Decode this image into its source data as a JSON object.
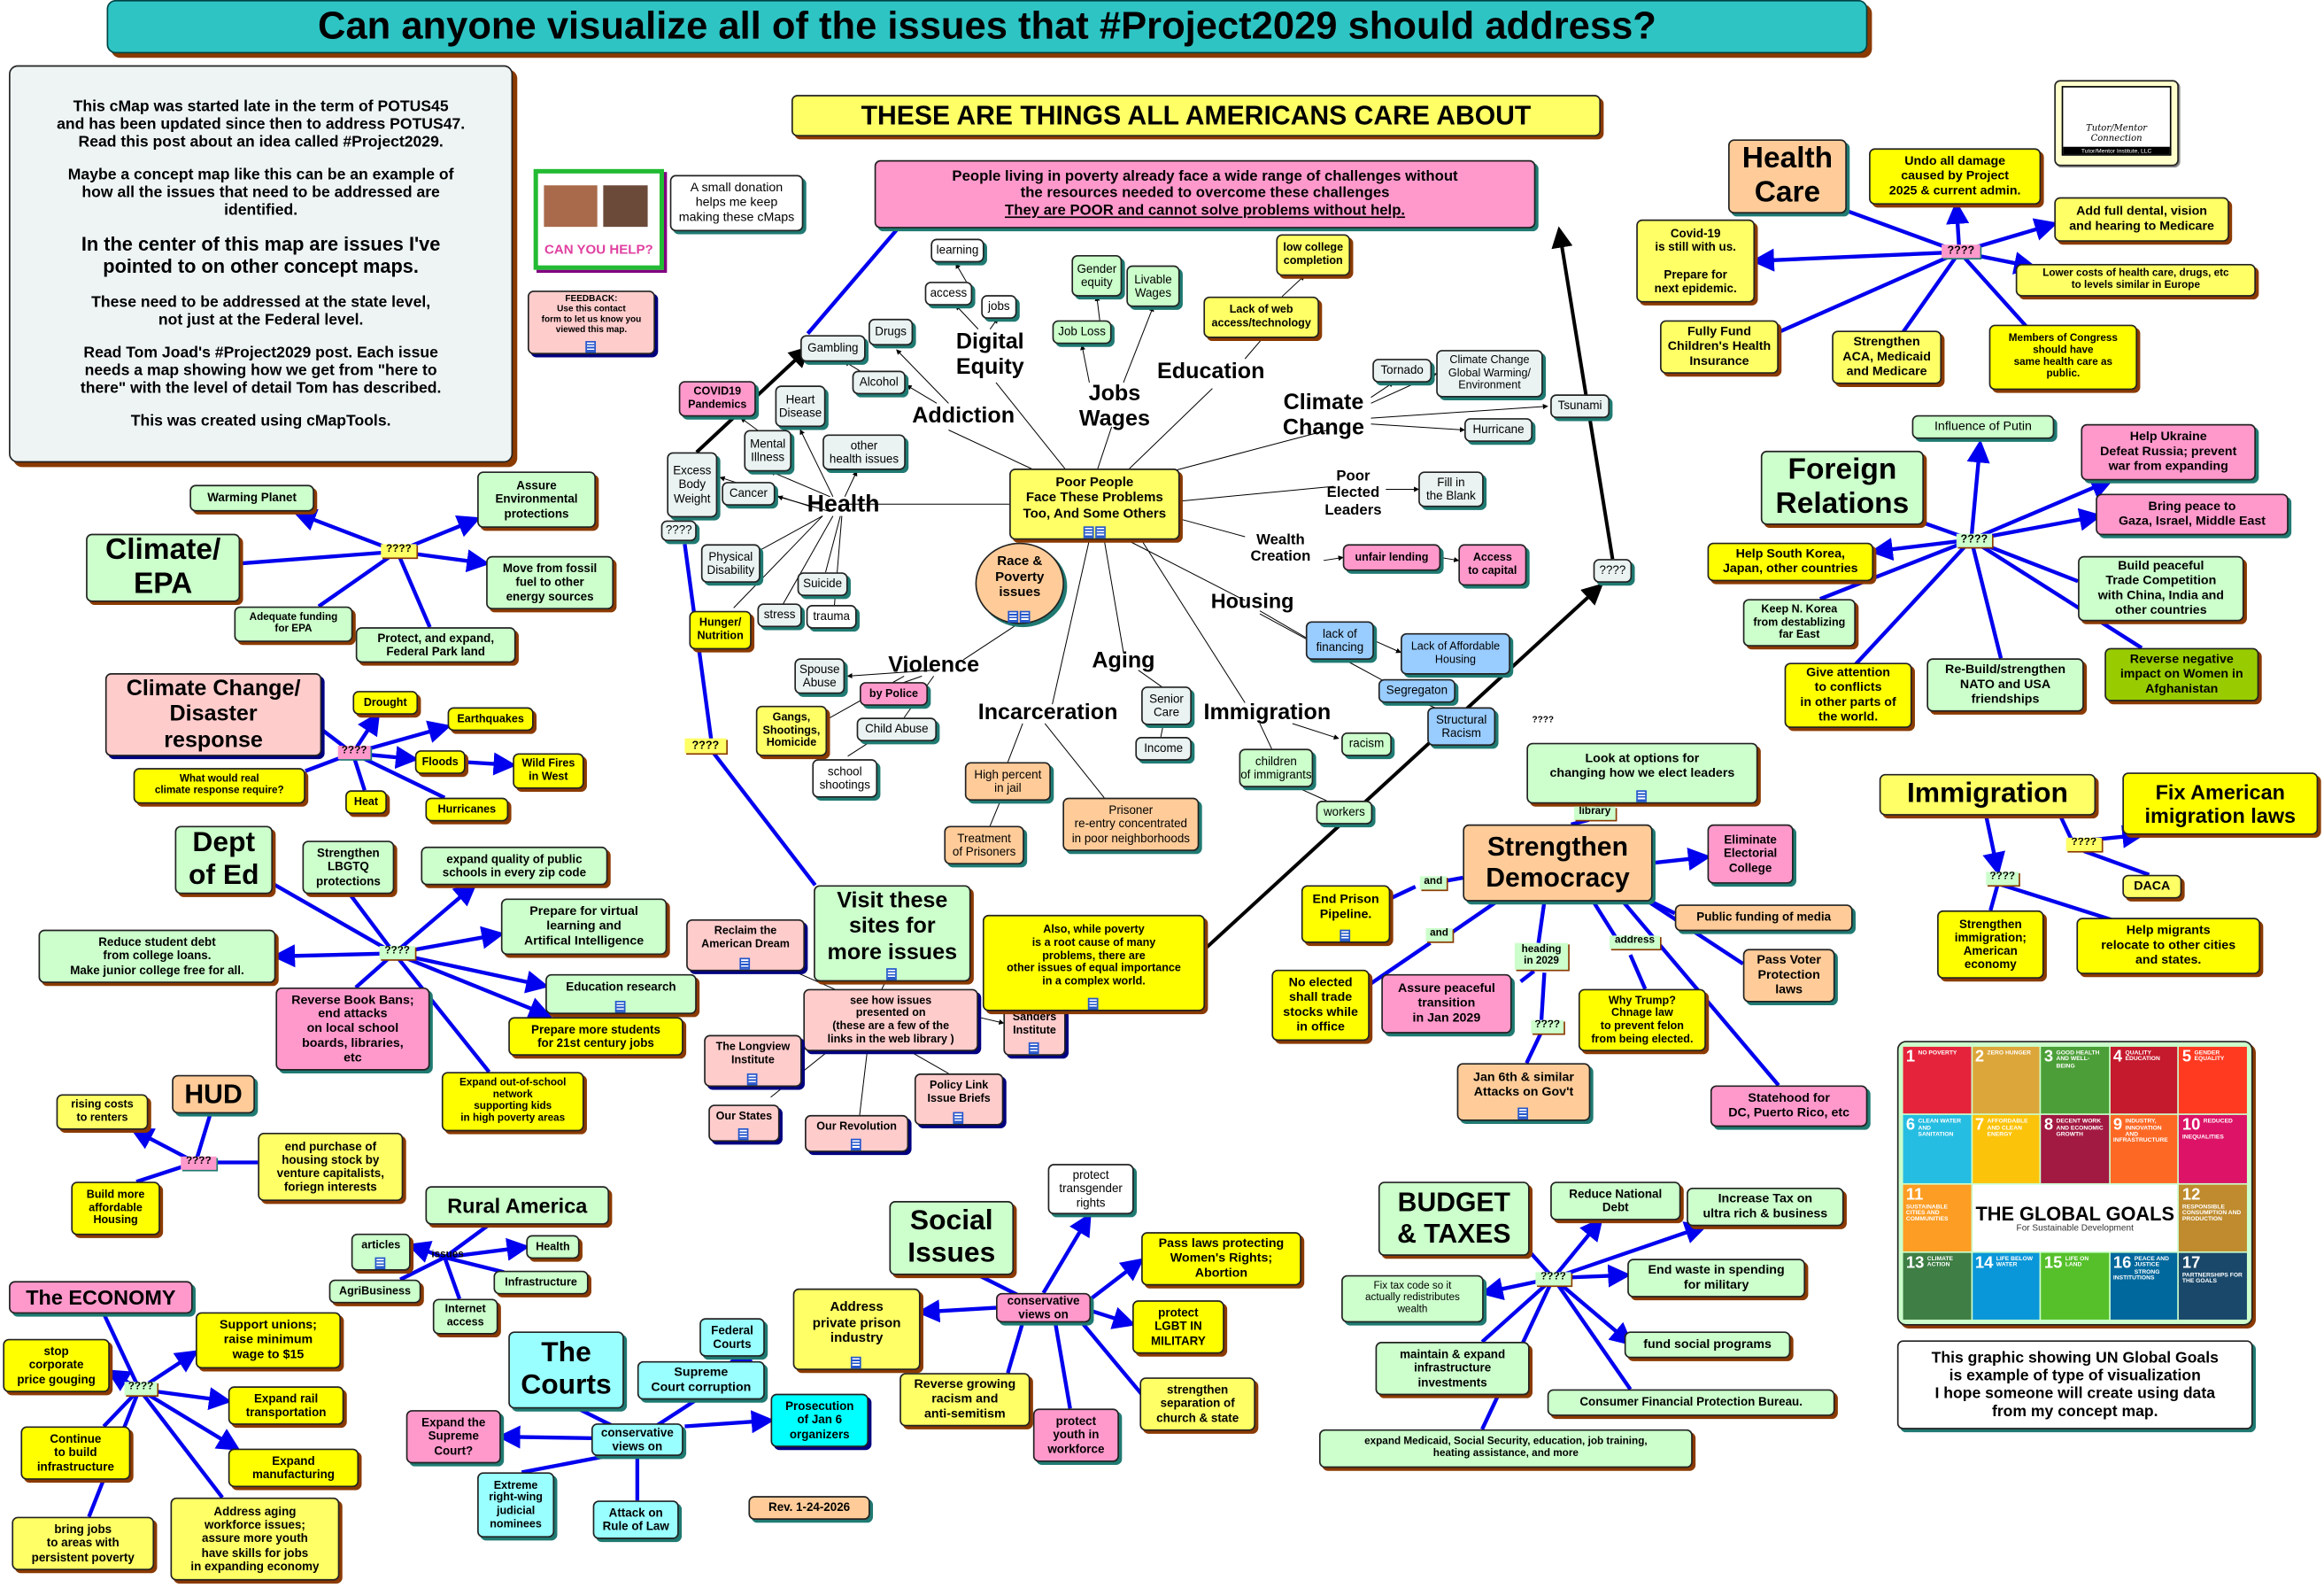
{
  "title": "Can anyone visualize all of the issues that #Project2029 should address?",
  "intro": {
    "p1": "This cMap was started late in the term of POTUS45\nand has been updated since then to address POTUS47.\nRead this post about an idea called #Project2029.",
    "p2": "Maybe a concept map like this can be an example of\nhow all the issues that need to be addressed are\nidentified.",
    "p3": "In the center of this map are issues I've\npointed to on other concept maps.",
    "p4": "These need to be addressed at the state level,\nnot just at the Federal level.",
    "p5": "Read Tom Joad's #Project2029 post. Each issue\nneeds a map showing how we get from \"here to\nthere\" with the level of detail Tom has described.",
    "p6": "This was created using cMapTools."
  },
  "donation_image_text": "CAN YOU HELP?",
  "logo": {
    "name": "Tutor/Mentor\nConnection",
    "org": "Tutor/Mentor Institute, LLC"
  },
  "nodes": {
    "subtitle": "THESE ARE THINGS ALL AMERICANS CARE ABOUT",
    "poverty": "People living in poverty already face a wide range of challenges without\nthe resources needed to overcome these challenges",
    "poverty2": "They are POOR and cannot solve problems without help.",
    "donation": "A small donation\nhelps me keep\nmaking these cMaps",
    "feedback": "FEEDBACK:\nUse this contact\nform to let us know you\nviewed this map.",
    "center": "Poor People\nFace These Problems\nToo, And Some Others",
    "race": "Race &\nPoverty\nissues",
    "health": "Health",
    "addiction": "Addiction",
    "digital": "Digital\nEquity",
    "jobs": "Jobs\nWages",
    "education": "Education",
    "climate": "Climate\nChange",
    "elected": "Poor\nElected\nLeaders",
    "wealth": "Wealth\nCreation",
    "housing": "Housing",
    "aging": "Aging",
    "violence": "Violence",
    "incarceration": "Incarceration",
    "immigration": "Immigration",
    "learning": "learning",
    "access": "access",
    "jobs_s": "jobs",
    "drugs": "Drugs",
    "gambling": "Gambling",
    "alcohol": "Alcohol",
    "heart": "Heart\nDisease",
    "mental": "Mental\nIllness",
    "other_health": "other\nhealth issues",
    "excess": "Excess\nBody\nWeight",
    "cancer": "Cancer",
    "q_health": "????",
    "physical": "Physical\nDisability",
    "suicide": "Suicide",
    "stress": "stress",
    "trauma": "trauma",
    "spouse": "Spouse\nAbuse",
    "child_abuse": "Child Abuse",
    "school": "school\nshootings",
    "senior": "Senior\nCare",
    "income": "Income",
    "tornado": "Tornado",
    "cc_global": "Climate Change\nGlobal Warming/\nEnvironment",
    "tsunami": "Tsunami",
    "hurricane": "Hurricane",
    "fill": "Fill in\nthe Blank",
    "q_right": "????",
    "gender": "Gender\nequity",
    "livable": "Livable\nWages",
    "job_loss": "Job Loss",
    "children_imm": "children\nof immigrants",
    "workers": "workers",
    "racism": "racism",
    "low_college": "low college\ncompletion",
    "web": "Lack of web\naccess/technology",
    "hunger": "Hunger/\nNutrition",
    "gangs": "Gangs,\nShootings,\nHomicide",
    "covid": "COVID19\nPandemics",
    "police": "by Police",
    "unfair": "unfair lending",
    "capital": "Access\nto capital",
    "financing": "lack of\nfinancing",
    "affordable": "Lack of Affordable\nHousing",
    "segregation": "Segregaton",
    "structural": "Structural\nRacism",
    "high_jail": "High percent\nin jail",
    "treatment": "Treatment\nof Prisoners",
    "reentry": "Prisoner\nre-entry concentrated\nin poor neighborhoods",
    "visit": "Visit these\nsites for\nmore issues",
    "see_how": "see how issues\npresented on\n(these are a few of the\nlinks in the web library )",
    "reclaim": "Reclaim the\nAmerican Dream",
    "sanders": "Sanders\nInstitute",
    "longview": "The Longview\nInstitute",
    "our_states": "Our States",
    "our_revolution": "Our Revolution",
    "policy_link": "Policy Link\nIssue Briefs",
    "also": "Also, while poverty\nis a root cause of many\nproblems, there are\nother issues of equal importance\nin a complex world.",
    "q_left1": "????",
    "q_left2": "????",
    "q_right2": "????",
    "climate_epa": "Climate/\nEPA",
    "warming": "Warming Planet",
    "assure_env": "Assure\nEnvironmental\nprotections",
    "q_climate": "????",
    "fossil": "Move from fossil\nfuel to other\nenergy sources",
    "adequate": "Adequate funding\nfor EPA",
    "protect_land": "Protect, and expand,\nFederal Park land",
    "disaster": "Climate Change/\nDisaster\nresponse",
    "drought": "Drought",
    "earthquakes": "Earthquakes",
    "q_disaster": "????",
    "floods": "Floods",
    "wildfires": "Wild Fires\nin West",
    "real_response": "What would real\nclimate response require?",
    "heat": "Heat",
    "hurricanes": "Hurricanes",
    "dept_ed": "Dept\nof Ed",
    "lbgtq": "Strengthen\nLBGTQ\nprotections",
    "expand_quality": "expand quality of public\nschools in every zip code",
    "virtual": "Prepare for  virtual\nlearning and\nArtifical Intelligence",
    "q_ed": "????",
    "student_debt": "Reduce student debt\nfrom college loans.\nMake junior college free for all.",
    "ed_research": "Education research",
    "book_bans": "Reverse Book Bans;\nend attacks\non local school\nboards, libraries,\netc",
    "prepare_students": "Prepare more students\nfor 21st century jobs",
    "out_of_school": "Expand out-of-school\nnetwork\nsupporting kids\nin high poverty areas",
    "hud": "HUD",
    "rising": "rising costs\nto renters",
    "q_hud": "????",
    "end_purchase": "end purchase of\nhousing stock by\nventure capitalists,\nforiegn interests",
    "build_housing": "Build more\naffordable\nHousing",
    "rural": "Rural America",
    "articles": "articles",
    "issues": "issues",
    "rural_health": "Health",
    "agri": "AgriBusiness",
    "infra": "Infrastructure",
    "internet": "Internet\naccess",
    "economy": "The ECONOMY",
    "stop_gouging": "stop\ncorporate\nprice gouging",
    "unions": "Support unions;\nraise minimum\nwage to $15",
    "q_econ": "????",
    "rail": "Expand rail\ntransportation",
    "continue_infra": "Continue\nto build\ninfrastructure",
    "manufacturing": "Expand\nmanufacturing",
    "bring_jobs": "bring jobs\nto areas with\npersistent poverty",
    "aging_workforce": "Address aging\nworkforce issues;\nassure more youth\nhave skills for jobs\nin expanding economy",
    "courts": "The\nCourts",
    "supreme_corr": "Supreme\nCourt corruption",
    "federal_courts": "Federal\nCourts",
    "prosecution": "Prosecution\nof Jan 6\norganizers",
    "expand_supreme": "Expand the\nSupreme\nCourt?",
    "courts_views": "conservative\nviews on",
    "extreme": "Extreme\nright-wing\njudicial\nnominees",
    "rule_of_law": "Attack on\nRule of Law",
    "rev": "Rev. 1-24-2026",
    "social": "Social\nIssues",
    "private_prison": "Address\nprivate prison\nindustry",
    "social_views": "conservative\nviews on",
    "transgender": "protect\ntransgender\nrights",
    "womens_rights": "Pass laws protecting\nWomen's Rights;\nAbortion",
    "lgbt_military": "protect\nLGBT IN\nMILITARY",
    "reverse_racism": "Reverse growing\nracism and\nanti-semitism",
    "protect_youth": "protect\nyouth in\nworkforce",
    "separation": "strengthen\nseparation of\nchurch & state",
    "budget": "BUDGET\n& TAXES",
    "reduce_debt": "Reduce National\nDebt",
    "increase_tax": "Increase Tax on\nultra rich & business",
    "fix_tax": "Fix tax code so it\nactually redistributes\nwealth",
    "q_budget": "????",
    "end_waste": "End waste in spending\nfor military",
    "maintain_infra": "maintain & expand\ninfrastructure\ninvestments",
    "fund_social": "fund social programs",
    "cfpb": "Consumer Financial Protection Bureau.",
    "expand_medicaid": "expand Medicaid, Social Security, education, job training,\nheating assistance, and more",
    "democracy": "Strengthen\nDemocracy",
    "look_options": "Look at options for\nchanging how we elect leaders",
    "library": "library",
    "electoral": "Eliminate\nElectorial\nCollege",
    "public_media": "Public funding of media",
    "prison_pipeline": "End Prison\nPipeline.",
    "and1": "and",
    "and2": "and",
    "heading": "heading\nin 2029",
    "address": "address",
    "voter": "Pass Voter\nProtection\nlaws",
    "no_stocks": "No elected\nshall trade\nstocks while\nin office",
    "peaceful": "Assure peaceful\ntransition\nin Jan 2029",
    "why_trump": "Why Trump?\nChnage law\nto prevent felon\nfrom being elected.",
    "q_dem": "????",
    "jan6": "Jan 6th & similar\nAttacks on Gov't",
    "statehood": "Statehood for\nDC, Puerto Rico, etc",
    "immigration_title": "Immigration",
    "fix_immigration": "Fix American\nimigration laws",
    "q_imm1": "????",
    "daca": "DACA",
    "q_imm2": "????",
    "strengthen_imm": "Strengthen\nimmigration;\nAmerican\neconomy",
    "help_migrants": "Help migrants\nrelocate to other cities\nand states.",
    "health_care": "Health\nCare",
    "undo": "Undo all damage\ncaused by Project\n2025 & current admin.",
    "covid_prep": "Covid-19\nis still with us.\n\nPrepare for\nnext epidemic.",
    "q_hc": "????",
    "dental": "Add full dental, vision\nand hearing to Medicare",
    "lower_costs": "Lower costs of health care, drugs, etc\nto levels similar in Europe",
    "chip": "Fully Fund\nChildren's Health\nInsurance",
    "aca": "Strengthen\nACA, Medicaid\nand Medicare",
    "congress_hc": "Members of Congress\nshould have\nsame health care as\npublic.",
    "foreign": "Foreign\nRelations",
    "putin": "Influence of Putin",
    "ukraine": "Help Ukraine\nDefeat Russia; prevent\nwar from expanding",
    "gaza": "Bring peace to\nGaza, Israel, Middle East",
    "q_foreign": "????",
    "korea_japan": "Help South Korea,\nJapan, other countries",
    "trade": "Build peaceful\nTrade Competition\nwith China, India and\nother countries",
    "n_korea": "Keep N. Korea\nfrom destablizing\nfar East",
    "conflicts": "Give attention\nto conflicts\nin other parts of\nthe world.",
    "nato": "Re-Build/strengthen\nNATO and USA\nfriendships",
    "afghanistan": "Reverse negative\nimpact on Women in\nAfghanistan",
    "un_text": "This graphic showing UN Global Goals\nis example of type of visualization\nI hope someone will create using data\nfrom my concept map."
  },
  "global_goals": {
    "title": "THE GLOBAL GOALS",
    "subtitle": "For Sustainable Development",
    "tiles": [
      {
        "n": "1",
        "label": "NO POVERTY",
        "color": "#e5243b"
      },
      {
        "n": "2",
        "label": "ZERO HUNGER",
        "color": "#dda63a"
      },
      {
        "n": "3",
        "label": "GOOD HEALTH AND WELL-BEING",
        "color": "#4c9f38"
      },
      {
        "n": "4",
        "label": "QUALITY EDUCATION",
        "color": "#c5192d"
      },
      {
        "n": "5",
        "label": "GENDER EQUALITY",
        "color": "#ff3a21"
      },
      {
        "n": "6",
        "label": "CLEAN WATER AND SANITATION",
        "color": "#26bde2"
      },
      {
        "n": "7",
        "label": "AFFORDABLE AND CLEAN ENERGY",
        "color": "#fcc30b"
      },
      {
        "n": "8",
        "label": "DECENT WORK AND ECONOMIC GROWTH",
        "color": "#a21942"
      },
      {
        "n": "9",
        "label": "INDUSTRY, INNOVATION AND INFRASTRUCTURE",
        "color": "#fd6925"
      },
      {
        "n": "10",
        "label": "REDUCED INEQUALITIES",
        "color": "#dd1367"
      },
      {
        "n": "11",
        "label": "SUSTAINABLE CITIES AND COMMUNITIES",
        "color": "#fd9d24"
      },
      {
        "n": "12",
        "label": "RESPONSIBLE CONSUMPTION AND PRODUCTION",
        "color": "#bf8b2e"
      },
      {
        "n": "13",
        "label": "CLIMATE ACTION",
        "color": "#3f7e44"
      },
      {
        "n": "14",
        "label": "LIFE BELOW WATER",
        "color": "#0a97d9"
      },
      {
        "n": "15",
        "label": "LIFE ON LAND",
        "color": "#56c02b"
      },
      {
        "n": "16",
        "label": "PEACE AND JUSTICE STRONG INSTITUTIONS",
        "color": "#00689d"
      },
      {
        "n": "17",
        "label": "PARTNERSHIPS FOR THE GOALS",
        "color": "#19486a"
      }
    ]
  }
}
